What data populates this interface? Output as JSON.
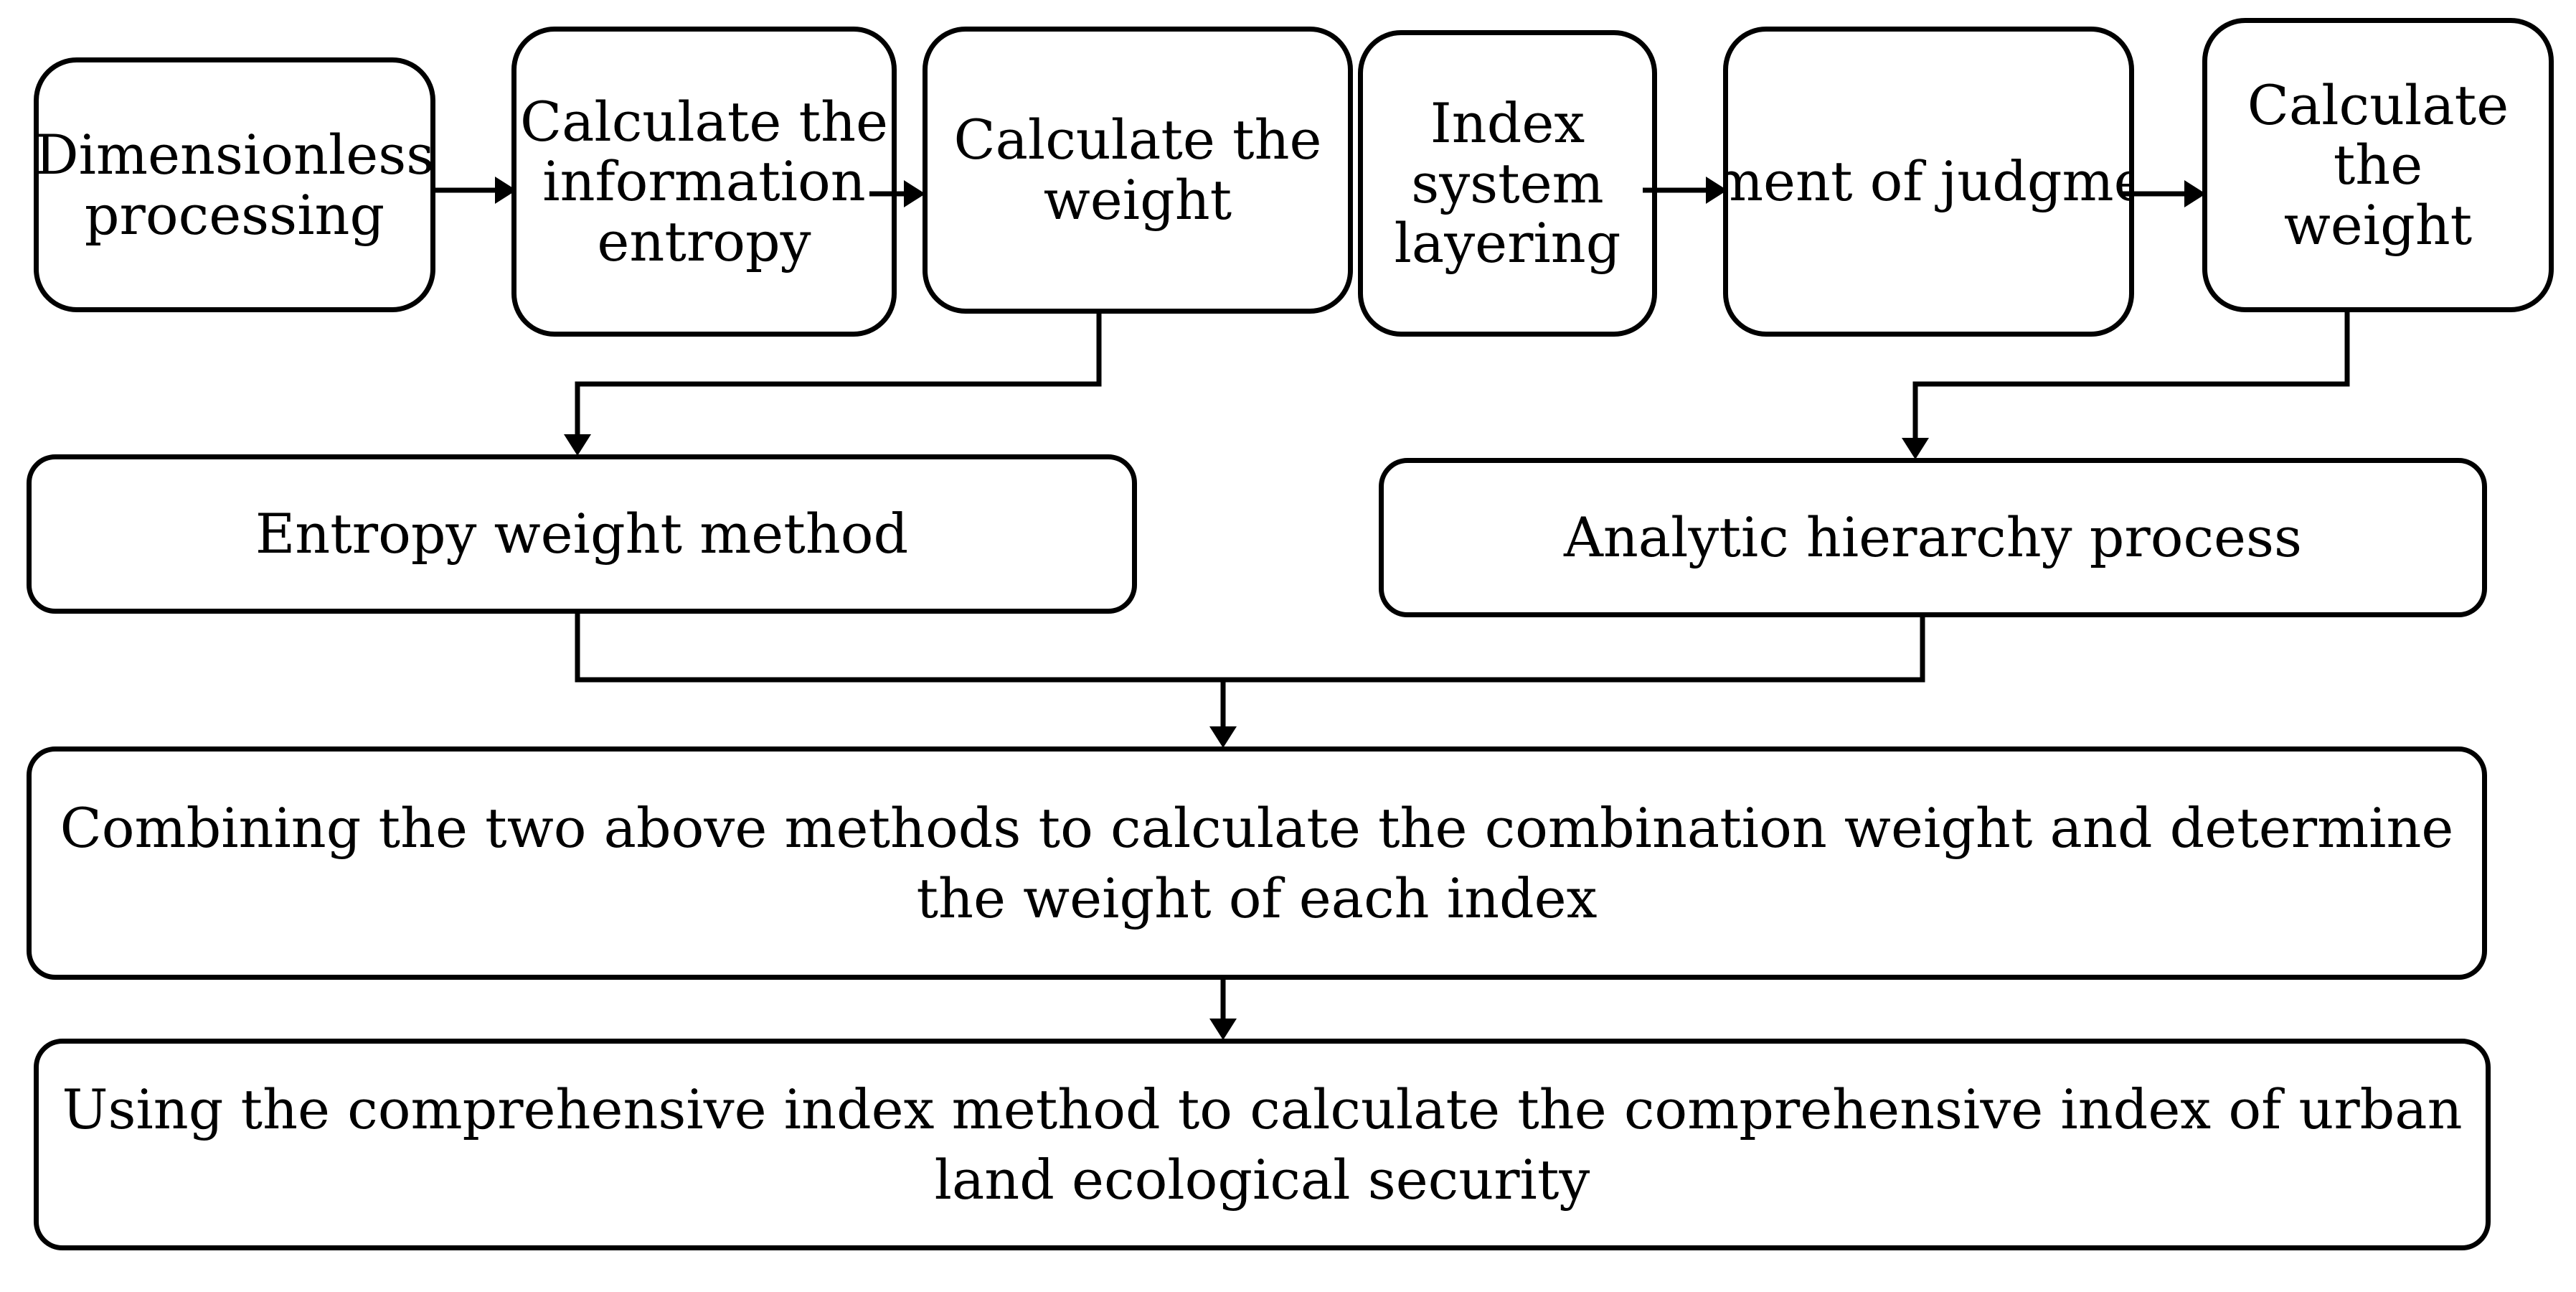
{
  "steps_row": {
    "entropy_steps": [
      {
        "text": "Dimensionless\nprocessing"
      },
      {
        "text": "Calculate the\ninformation\nentropy"
      },
      {
        "text": "Calculate the\nweight"
      }
    ],
    "ahp_steps": [
      {
        "text": "Index\nsystem\nlayering"
      },
      {
        "text": "Establishment of\njudgment matrix"
      },
      {
        "text": "Calculate the\nweight"
      }
    ]
  },
  "methods": {
    "entropy": "Entropy weight method",
    "ahp": "Analytic hierarchy process"
  },
  "combination": "Combining the two above methods to calculate the combination weight and determine\nthe weight of each index",
  "final": "Using the comprehensive index method to calculate the comprehensive index of urban\nland ecological security",
  "style": {
    "stroke": "#000000",
    "background": "#ffffff"
  }
}
